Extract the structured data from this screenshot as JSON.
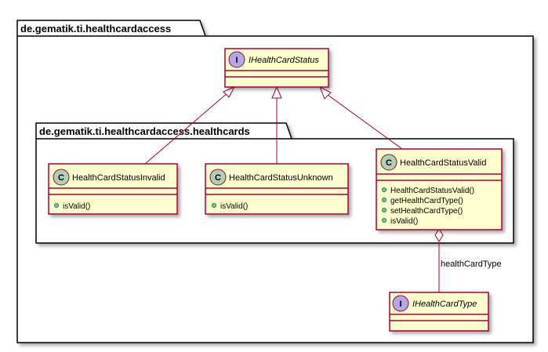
{
  "colors": {
    "class_fill": "#FEFECE",
    "class_border": "#A80036",
    "class_circle": "#ADD1B2",
    "interface_circle": "#B4A7E5",
    "edge": "#A80036",
    "package_border": "#000000"
  },
  "packages": {
    "outer": {
      "name": "de.gematik.ti.healthcardaccess"
    },
    "inner": {
      "name": "de.gematik.ti.healthcardaccess.healthcards"
    }
  },
  "interfaces": {
    "status": {
      "glyph": "I",
      "name": "IHealthCardStatus"
    },
    "type": {
      "glyph": "I",
      "name": "IHealthCardType"
    }
  },
  "classes": {
    "invalid": {
      "glyph": "C",
      "name": "HealthCardStatusInvalid",
      "methods": [
        "isValid()"
      ]
    },
    "unknown": {
      "glyph": "C",
      "name": "HealthCardStatusUnknown",
      "methods": [
        "isValid()"
      ]
    },
    "valid": {
      "glyph": "C",
      "name": "HealthCardStatusValid",
      "methods": [
        "HealthCardStatusValid()",
        "getHealthCardType()",
        "setHealthCardType()",
        "isValid()"
      ]
    }
  },
  "relations": {
    "aggregation_label": "healthCardType"
  }
}
